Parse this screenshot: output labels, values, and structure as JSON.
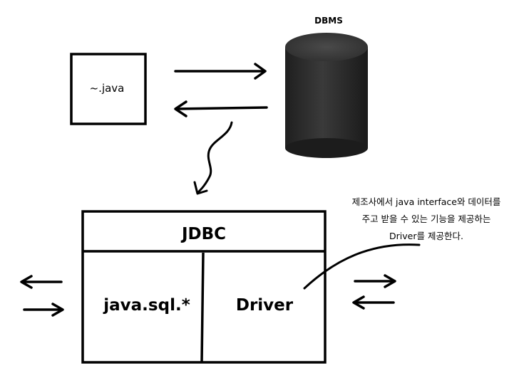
{
  "dbms": {
    "label": "DBMS"
  },
  "java_file": {
    "label": "~.java"
  },
  "jdbc": {
    "title": "JDBC",
    "left_section": "java.sql.*",
    "right_section": "Driver"
  },
  "note": {
    "lines": [
      "제조사에서 java interface와 데이터를",
      "주고 받을 수 있는 기능을 제공하는",
      "Driver를 제공한다."
    ]
  },
  "colors": {
    "ink": "#000000",
    "cylinder_dark": "#2b2b2b",
    "cylinder_light": "#4a4a4a"
  }
}
